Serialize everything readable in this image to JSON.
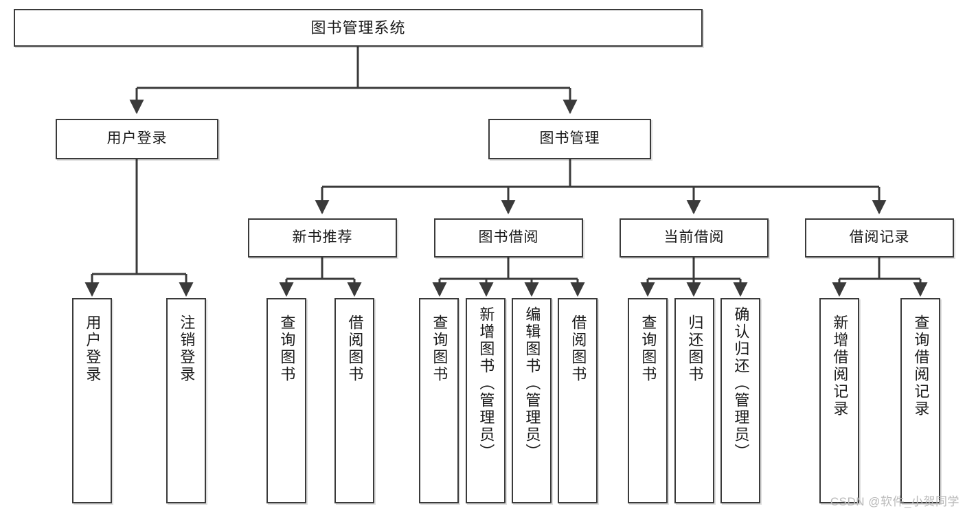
{
  "diagram": {
    "title": "图书管理系统",
    "type": "tree-hierarchy",
    "watermark": "CSDN @软件_小贺同学",
    "accent_border_color": "#3a3a3a",
    "background_color": "#ffffff",
    "levels": {
      "root": {
        "label": "图书管理系统"
      },
      "level2": [
        {
          "id": "user-login",
          "label": "用户登录"
        },
        {
          "id": "book-manage",
          "label": "图书管理"
        }
      ],
      "level3": [
        {
          "id": "new-book-recommend",
          "label": "新书推荐",
          "parent": "book-manage"
        },
        {
          "id": "book-borrow",
          "label": "图书借阅",
          "parent": "book-manage"
        },
        {
          "id": "current-borrow",
          "label": "当前借阅",
          "parent": "book-manage"
        },
        {
          "id": "borrow-record",
          "label": "借阅记录",
          "parent": "book-manage"
        }
      ],
      "leaves": [
        {
          "id": "leaf-user-login",
          "label": "用户登录",
          "parent": "user-login"
        },
        {
          "id": "leaf-logout-login",
          "label": "注销登录",
          "parent": "user-login"
        },
        {
          "id": "leaf-query-book-1",
          "label": "查询图书",
          "parent": "new-book-recommend"
        },
        {
          "id": "leaf-borrow-book-1",
          "label": "借阅图书",
          "parent": "new-book-recommend"
        },
        {
          "id": "leaf-query-book-2",
          "label": "查询图书",
          "parent": "book-borrow"
        },
        {
          "id": "leaf-add-book",
          "label": "新增图书（管理员）",
          "parent": "book-borrow"
        },
        {
          "id": "leaf-edit-book",
          "label": "编辑图书（管理员）",
          "parent": "book-borrow"
        },
        {
          "id": "leaf-borrow-book-2",
          "label": "借阅图书",
          "parent": "book-borrow"
        },
        {
          "id": "leaf-query-book-3",
          "label": "查询图书",
          "parent": "current-borrow"
        },
        {
          "id": "leaf-return-book",
          "label": "归还图书",
          "parent": "current-borrow"
        },
        {
          "id": "leaf-confirm-return",
          "label": "确认归还（管理员）",
          "parent": "current-borrow"
        },
        {
          "id": "leaf-add-record",
          "label": "新增借阅记录",
          "parent": "borrow-record"
        },
        {
          "id": "leaf-query-record",
          "label": "查询借阅记录",
          "parent": "borrow-record"
        }
      ]
    }
  }
}
